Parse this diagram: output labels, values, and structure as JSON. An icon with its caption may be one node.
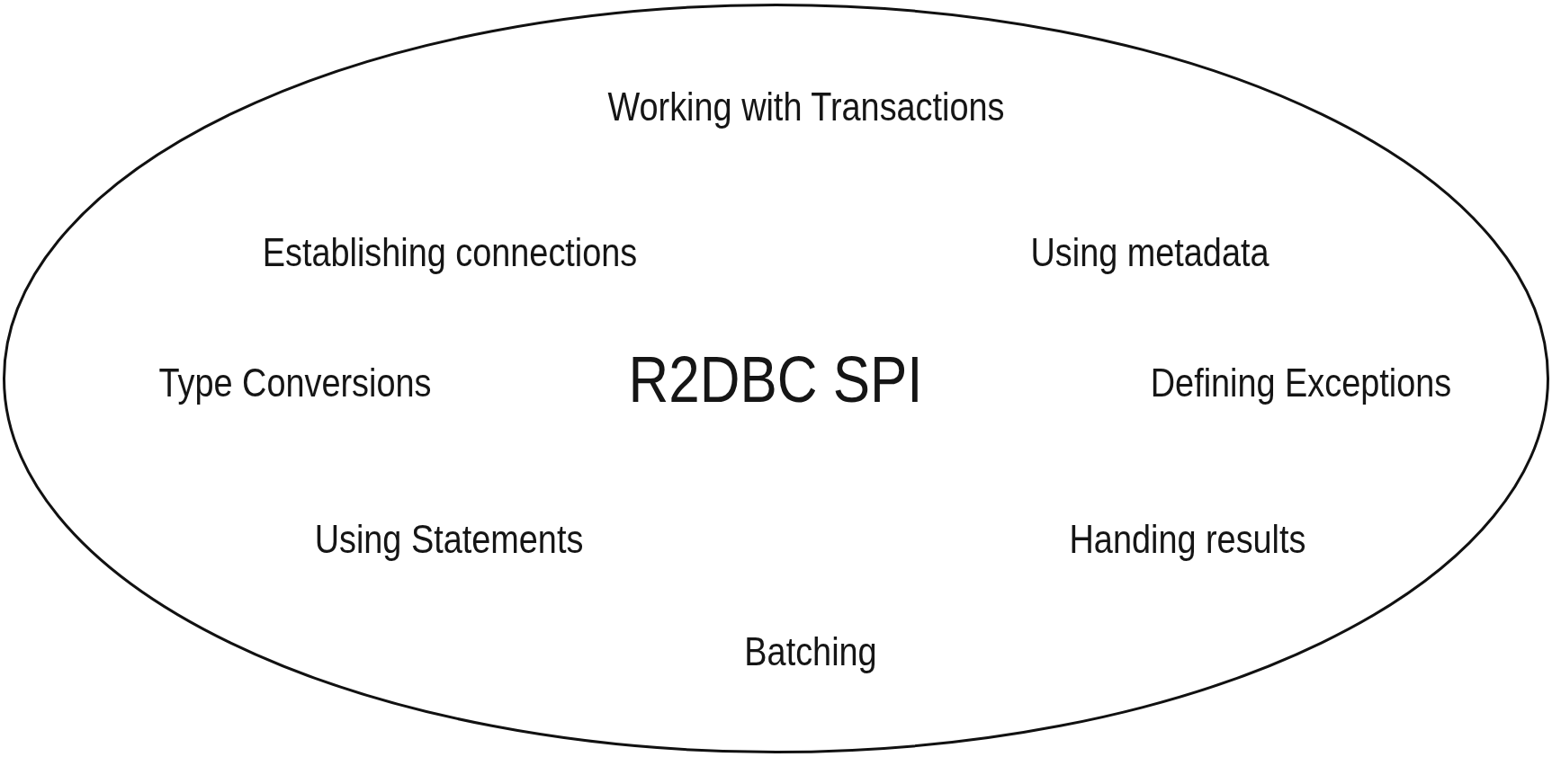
{
  "diagram": {
    "nodes": [
      {
        "text": [
          "Working with Transactions",
          "Establishing connections",
          "Using metadata",
          "Type Conversions",
          "R2DBC SPI",
          "Defining Exceptions",
          "Using Statements",
          "Handing results",
          "Batching"
        ]
      }
    ]
  }
}
